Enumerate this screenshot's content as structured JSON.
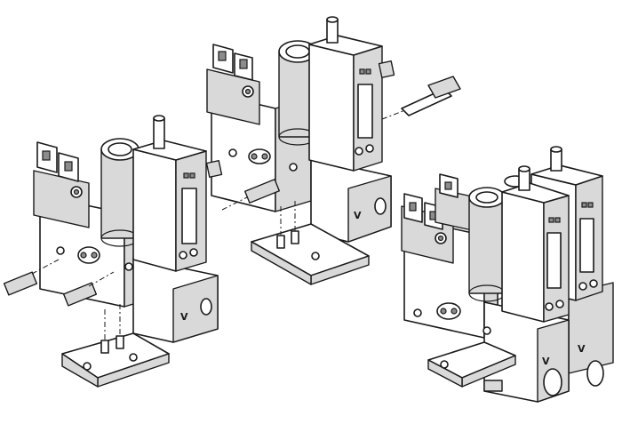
{
  "figure": {
    "colors": {
      "ink": "#1a1a1a",
      "shade": "#d9d9d9",
      "dark": "#8c8c8c",
      "background": "#ffffff"
    },
    "assemblies": [
      {
        "id": "left-exploded",
        "marking": "V"
      },
      {
        "id": "center-exploded",
        "marking": "V"
      },
      {
        "id": "right-assembled-first",
        "marking": "V"
      },
      {
        "id": "right-assembled-second",
        "marking": "V"
      }
    ]
  }
}
